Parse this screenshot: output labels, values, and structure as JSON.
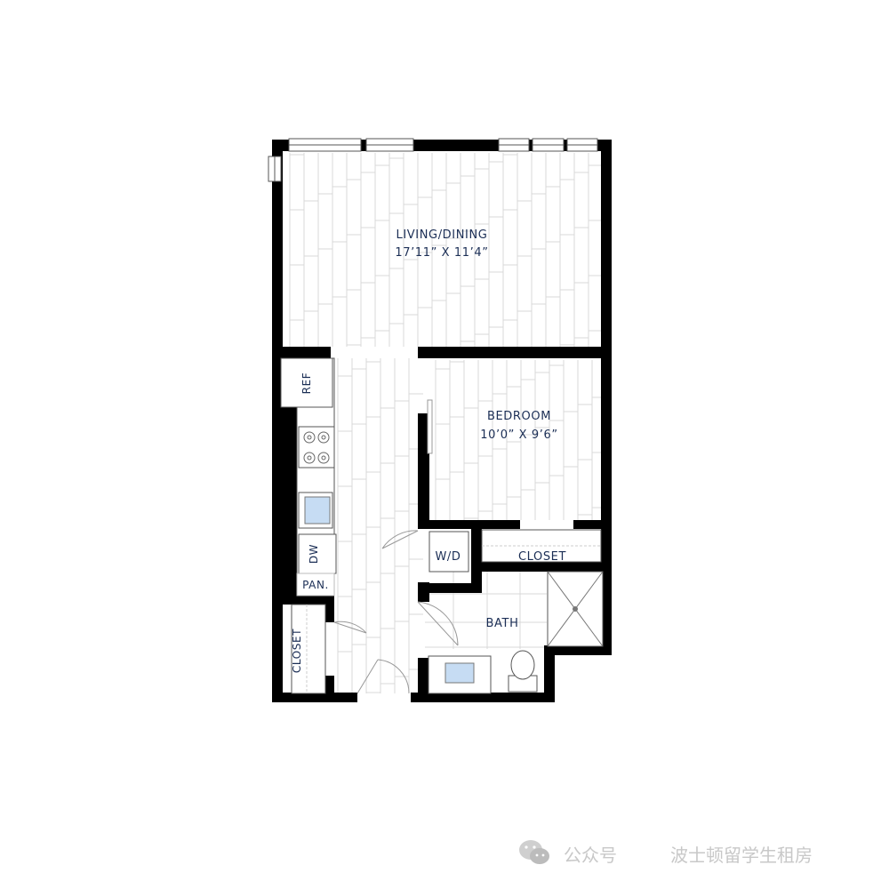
{
  "rooms": {
    "living": {
      "name": "LIVING/DINING",
      "dims": "17’11” X 11’4”"
    },
    "bedroom": {
      "name": "BEDROOM",
      "dims": "10’0” X 9’6”"
    },
    "bath": {
      "name": "BATH"
    },
    "bedroom_closet": {
      "name": "CLOSET"
    },
    "entry_closet": {
      "name": "CLOSET"
    },
    "washer_dryer": {
      "name": "W/D"
    },
    "pantry": {
      "name": "PAN."
    },
    "refrigerator": {
      "name": "REF"
    },
    "dishwasher": {
      "name": "DW"
    }
  },
  "watermark": {
    "icon": "wechat-icon",
    "account_label": "公众号",
    "account_name": "波士顿留学生租房"
  },
  "colors": {
    "wall": "#000000",
    "label": "#1b2e55",
    "sink_water": "#c6dcf3",
    "floor_lines": "#d8d8d8"
  }
}
